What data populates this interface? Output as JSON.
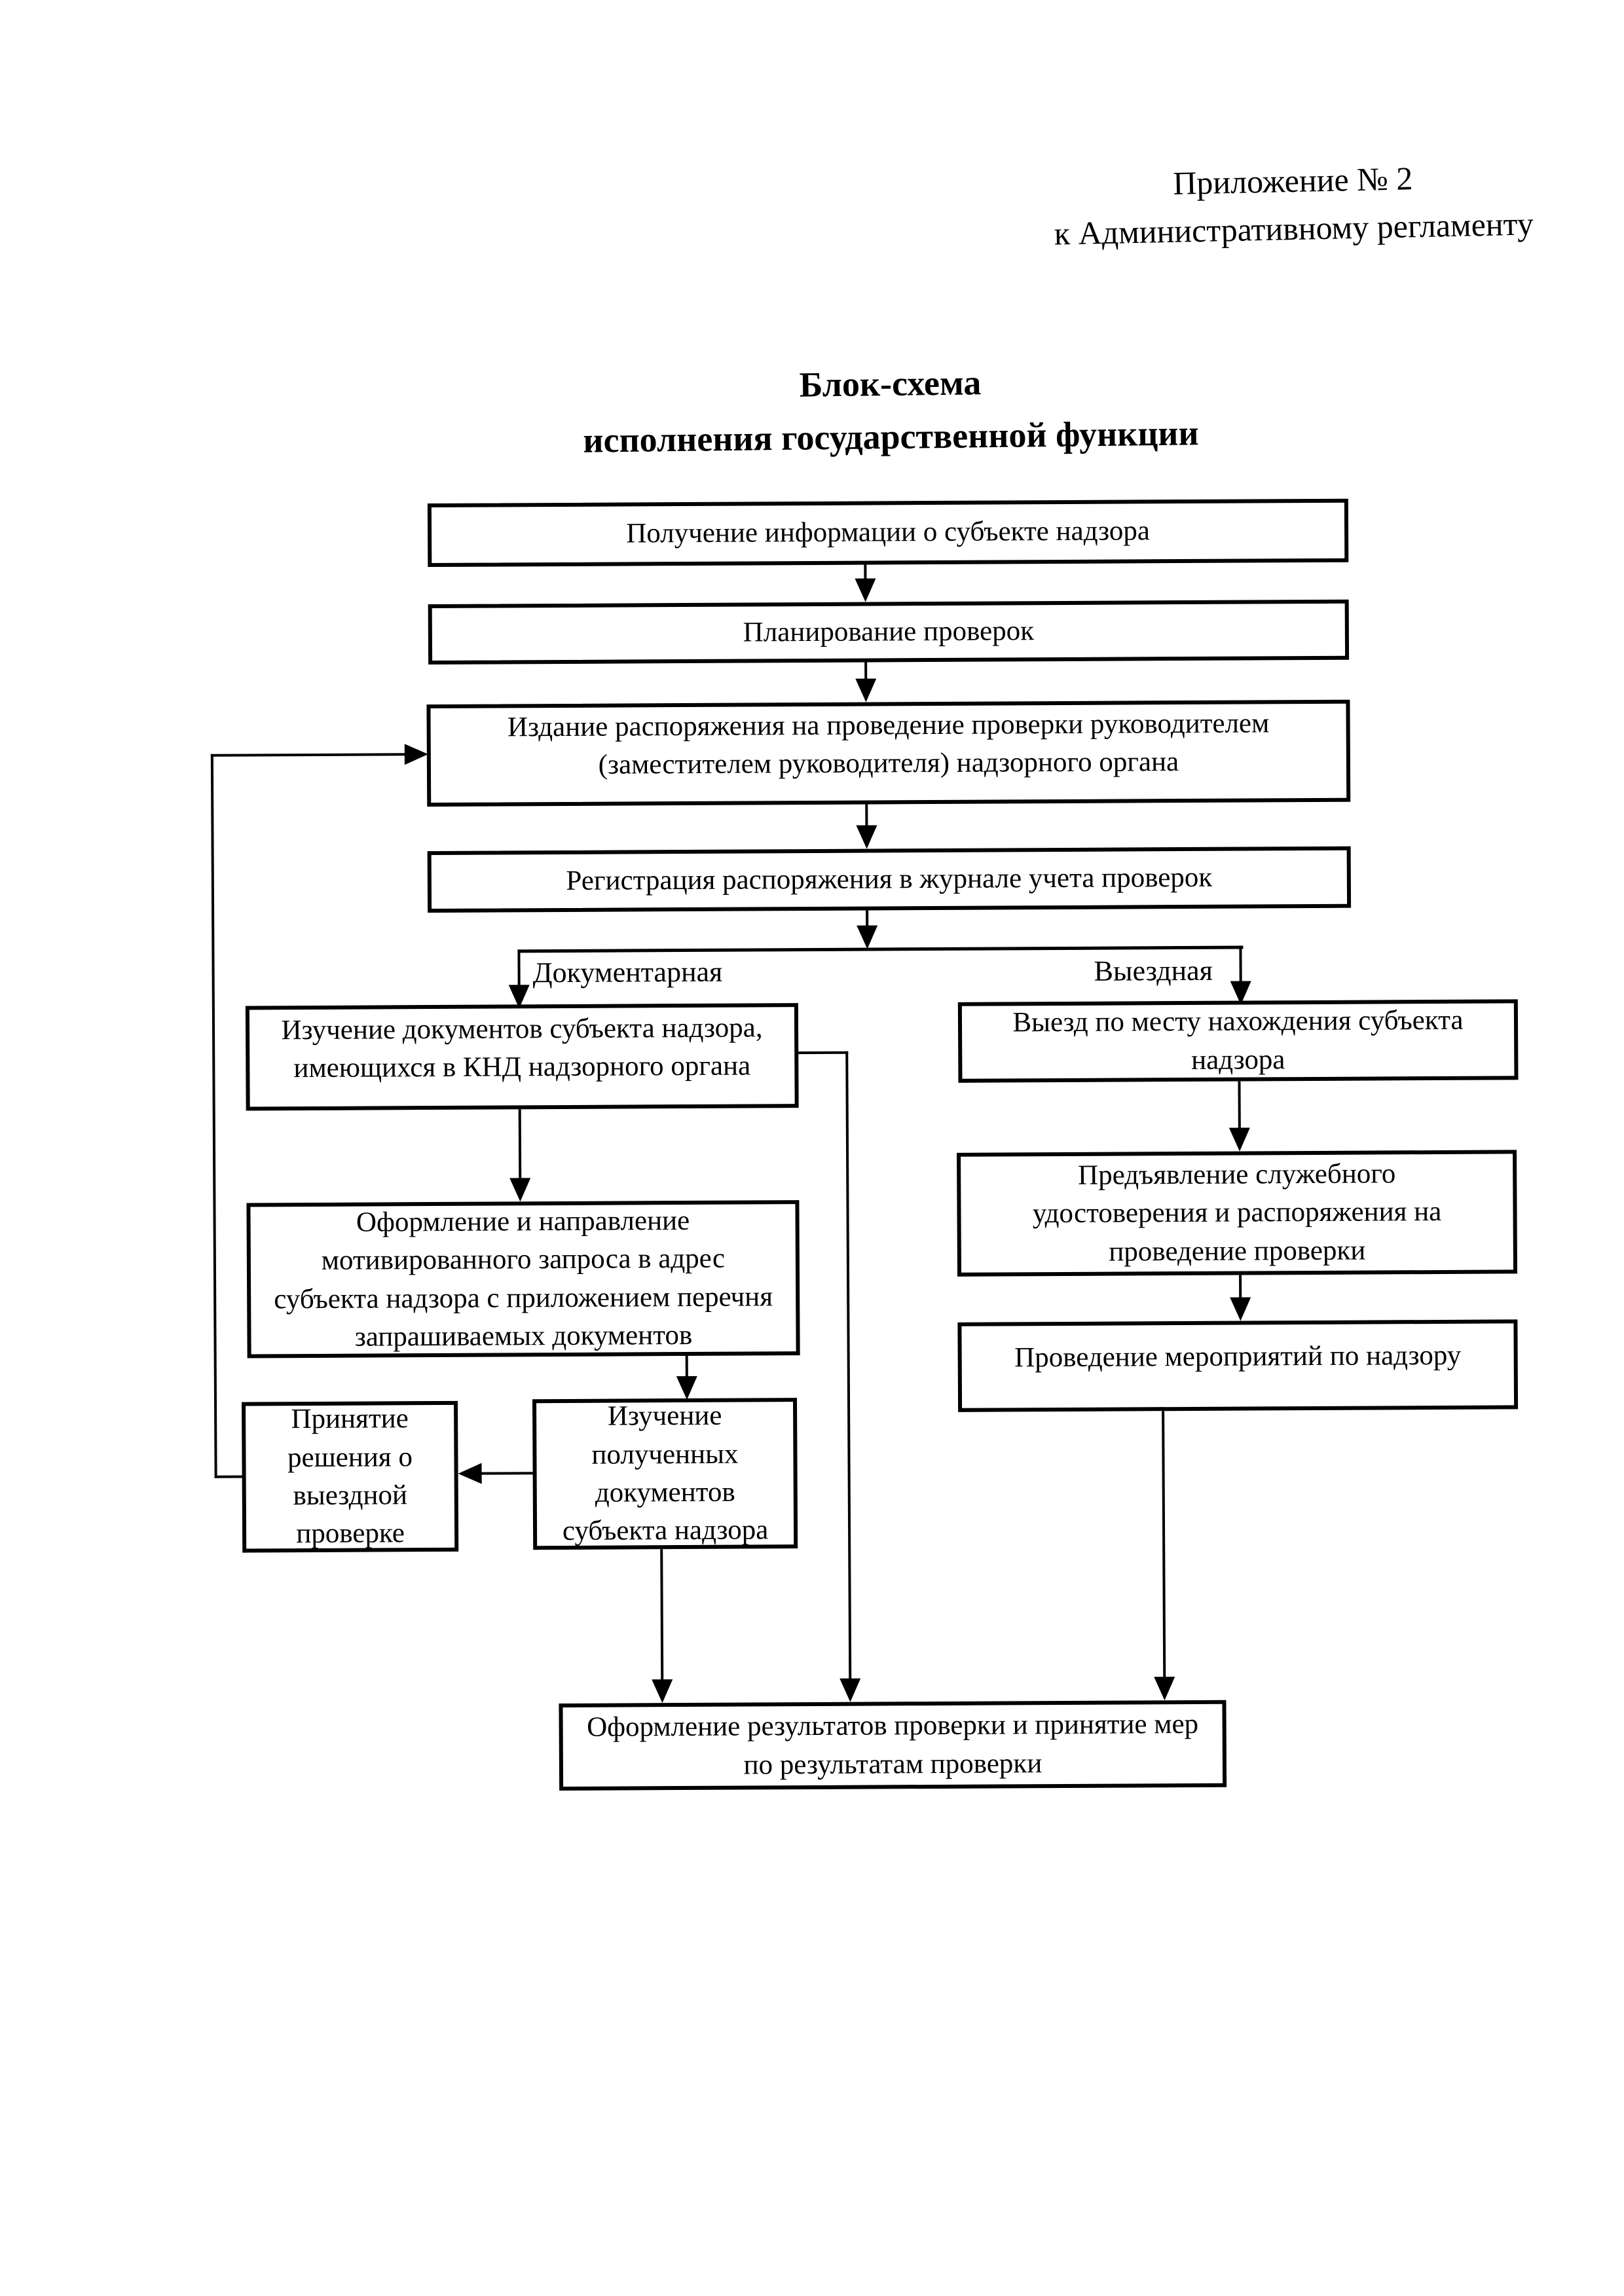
{
  "page": {
    "header_line1": "Приложение № 2",
    "header_line2": "к Административному регламенту",
    "title_line1": "Блок-схема",
    "title_line2": "исполнения государственной функции"
  },
  "flowchart": {
    "branch_left_label": "Документарная",
    "branch_right_label": "Выездная",
    "nodes": {
      "receive_info": "Получение информации о субъекте надзора",
      "planning": "Планирование проверок",
      "issue_order": "Издание распоряжения на проведение проверки руководителем\n(заместителем руководителя) надзорного органа",
      "register_order": "Регистрация распоряжения в журнале учета проверок",
      "study_knd_docs": "Изучение документов субъекта надзора,\nимеющихся в КНД надзорного органа",
      "send_request": "Оформление и направление\nмотивированного запроса в адрес\nсубъекта надзора с приложением перечня\nзапрашиваемых документов",
      "decide_onsite": "Принятие\nрешения о\nвыездной\nпроверке",
      "study_received_docs": "Изучение\nполученных\nдокументов\nсубъекта надзора",
      "travel_to_subject": "Выезд по месту нахождения субъекта\nнадзора",
      "present_credentials": "Предъявление служебного\nудостоверения и распоряжения на\nпроведение проверки",
      "conduct_supervision": "Проведение мероприятий по надзору",
      "document_results": "Оформление результатов проверки и принятие мер\nпо результатам проверки"
    }
  }
}
